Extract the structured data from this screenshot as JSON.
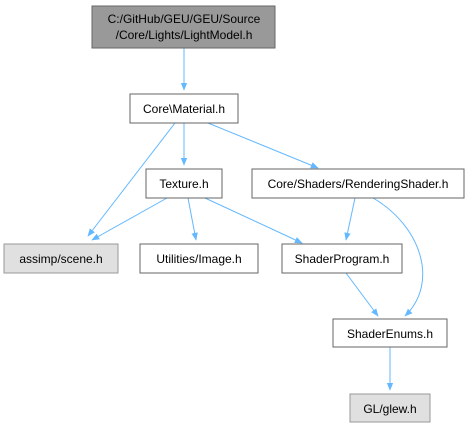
{
  "colors": {
    "root_fill": "#999999",
    "node_fill": "#ffffff",
    "external_fill": "#e0e0e0",
    "node_border": "#666666",
    "edge": "#63b8ff"
  },
  "nodes": {
    "root": {
      "line1": "C:/GitHub/GEU/GEU/Source",
      "line2": "/Core/Lights/LightModel.h"
    },
    "material": {
      "label": "Core\\Material.h"
    },
    "texture": {
      "label": "Texture.h"
    },
    "rendering_shader": {
      "label": "Core/Shaders/RenderingShader.h"
    },
    "assimp_scene": {
      "label": "assimp/scene.h"
    },
    "utilities_image": {
      "label": "Utilities/Image.h"
    },
    "shader_program": {
      "label": "ShaderProgram.h"
    },
    "shader_enums": {
      "label": "ShaderEnums.h"
    },
    "gl_glew": {
      "label": "GL/glew.h"
    }
  }
}
